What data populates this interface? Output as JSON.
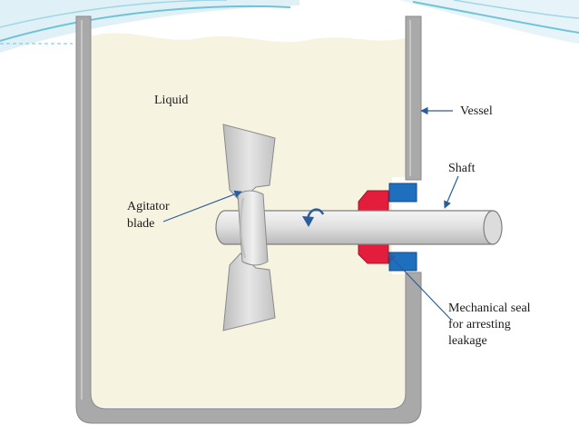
{
  "labels": {
    "liquid": "Liquid",
    "vessel": "Vessel",
    "shaft": "Shaft",
    "agitator_line1": "Agitator",
    "agitator_line2": "blade",
    "seal_line1": "Mechanical seal",
    "seal_line2": "for arresting",
    "seal_line3": "leakage"
  },
  "colors": {
    "liquid": "#f7f3e1",
    "vessel_wall": "#a9a9a9",
    "seal_red": "#e31e3c",
    "seal_blue": "#1f6fbf",
    "arrow_blue": "#2a5d9a",
    "header_teal": "#6fc3d8"
  }
}
